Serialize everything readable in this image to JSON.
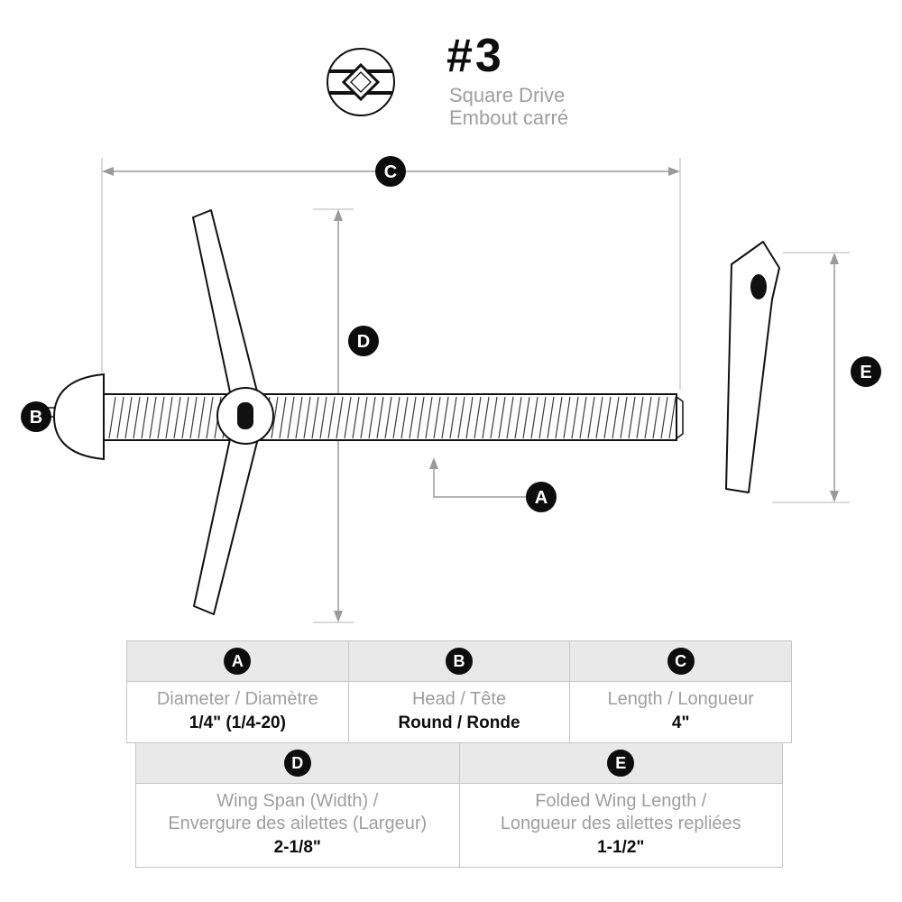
{
  "callout": {
    "number": "#3",
    "line1": "Square Drive",
    "line2": "Embout carré"
  },
  "icons": {
    "square_drive": "diamond-in-circle"
  },
  "markers": {
    "a": "A",
    "b": "B",
    "c": "C",
    "d": "D",
    "e": "E"
  },
  "spec_top": {
    "columns": [
      {
        "letter": "A",
        "label": "Diameter / Diamètre",
        "value": "1/4\" (1/4-20)"
      },
      {
        "letter": "B",
        "label": "Head / Tête",
        "value": "Round / Ronde"
      },
      {
        "letter": "C",
        "label": "Length / Longueur",
        "value": "4\""
      }
    ]
  },
  "spec_bottom": {
    "columns": [
      {
        "letter": "D",
        "label1": "Wing Span (Width) /",
        "label2": "Envergure des ailettes (Largeur)",
        "value": "2-1/8\""
      },
      {
        "letter": "E",
        "label1": "Folded Wing Length /",
        "label2": "Longueur des ailettes repliées",
        "value": "1-1/2\""
      }
    ]
  },
  "colors": {
    "ink": "#0d0d0d",
    "gray_text": "#9e9e9e",
    "header_bg": "#e9e9e9",
    "border": "#c6c6c6",
    "dimension_line": "#9a9a9a"
  }
}
